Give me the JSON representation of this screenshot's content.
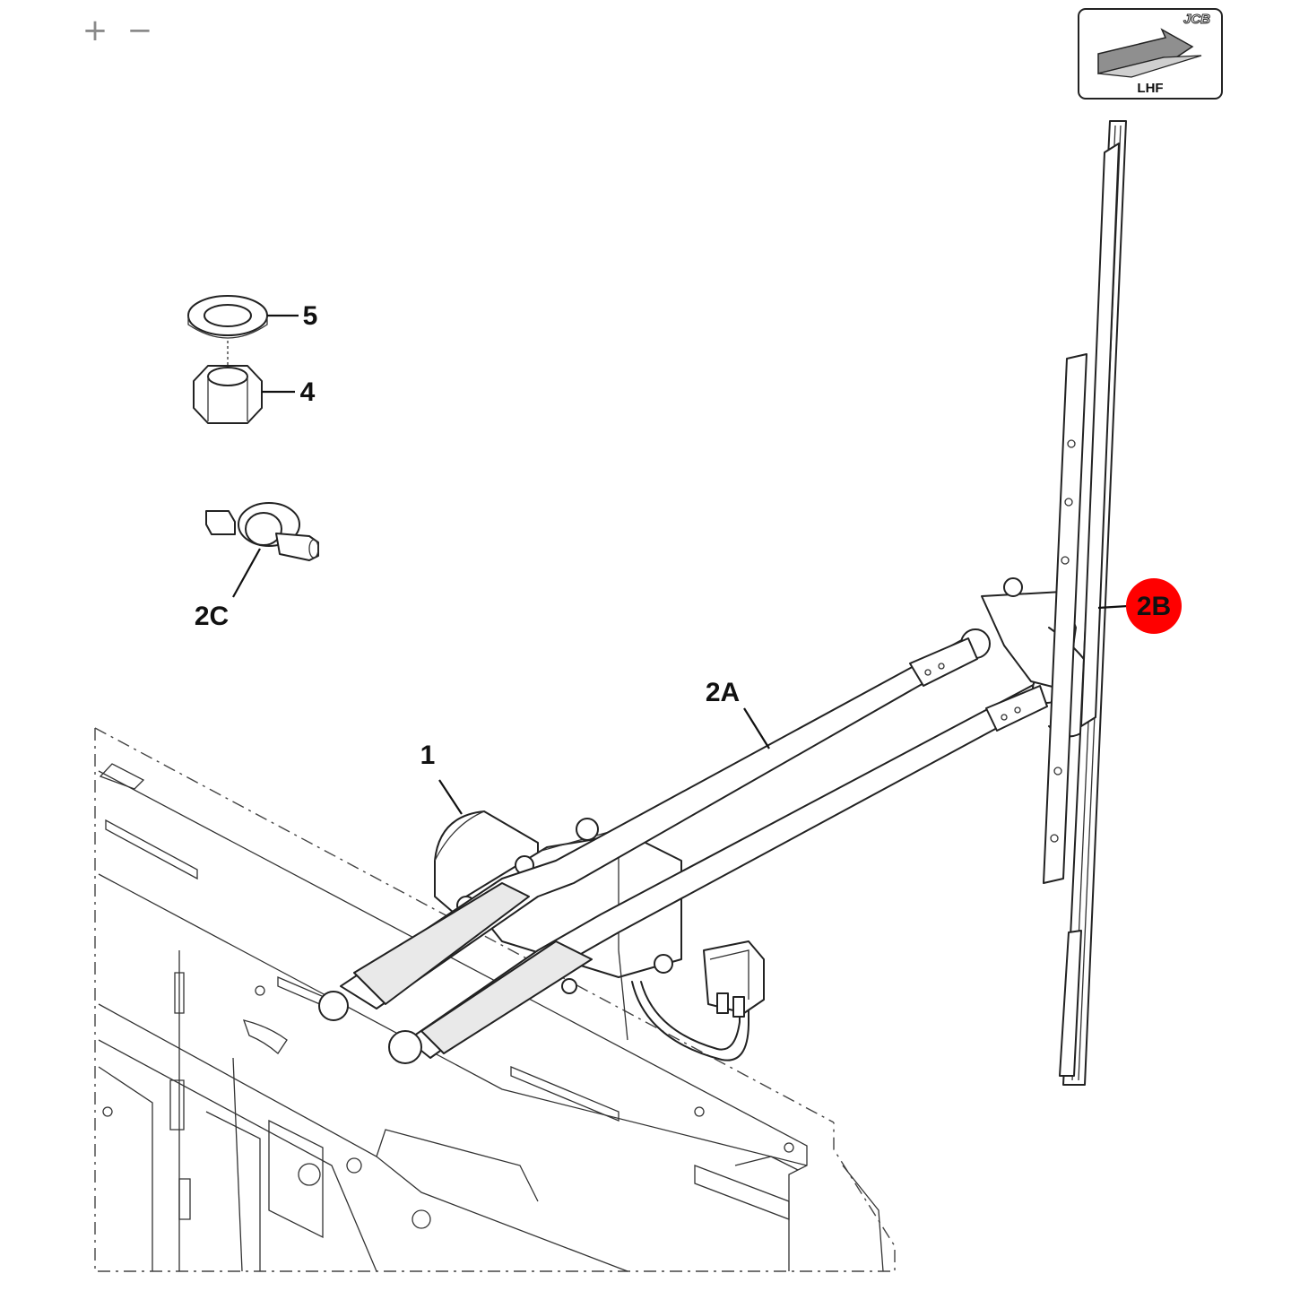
{
  "zoom": {
    "in_label": "+",
    "out_label": "−"
  },
  "orientation_badge": {
    "brand": "JCB",
    "view": "LHF"
  },
  "callouts": {
    "c1": "1",
    "c2a": "2A",
    "c2b": "2B",
    "c2c": "2C",
    "c4": "4",
    "c5": "5"
  },
  "highlight_color": "#ff0000"
}
